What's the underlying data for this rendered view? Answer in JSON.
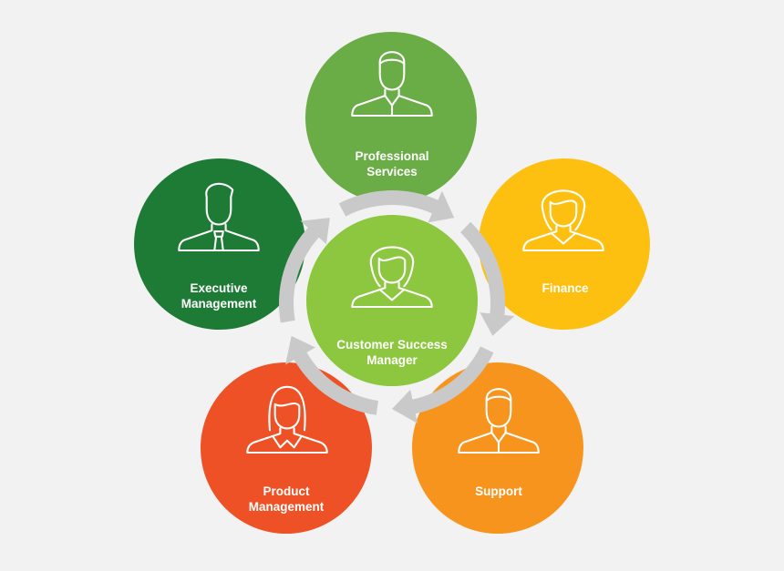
{
  "title": "",
  "center": {
    "label_line1": "Customer Success",
    "label_line2": "Manager",
    "color": "#8dc63f",
    "icon": "woman-icon"
  },
  "nodes": [
    {
      "id": "professional-services",
      "line1": "Professional",
      "line2": "Services",
      "color": "#6aac45",
      "icon": "man-icon"
    },
    {
      "id": "finance",
      "line1": "Finance",
      "line2": "",
      "color": "#fdc010",
      "icon": "woman-icon"
    },
    {
      "id": "support",
      "line1": "Support",
      "line2": "",
      "color": "#f7941d",
      "icon": "man-icon"
    },
    {
      "id": "product-management",
      "line1": "Product",
      "line2": "Management",
      "color": "#ee5125",
      "icon": "woman-long-hair-icon"
    },
    {
      "id": "executive-management",
      "line1": "Executive",
      "line2": "Management",
      "color": "#1e7b36",
      "icon": "businessman-tie-icon"
    }
  ],
  "ring": {
    "color": "#c9c9c9",
    "direction": "clockwise",
    "arrow_icon": "cycle-arrow-icon"
  }
}
